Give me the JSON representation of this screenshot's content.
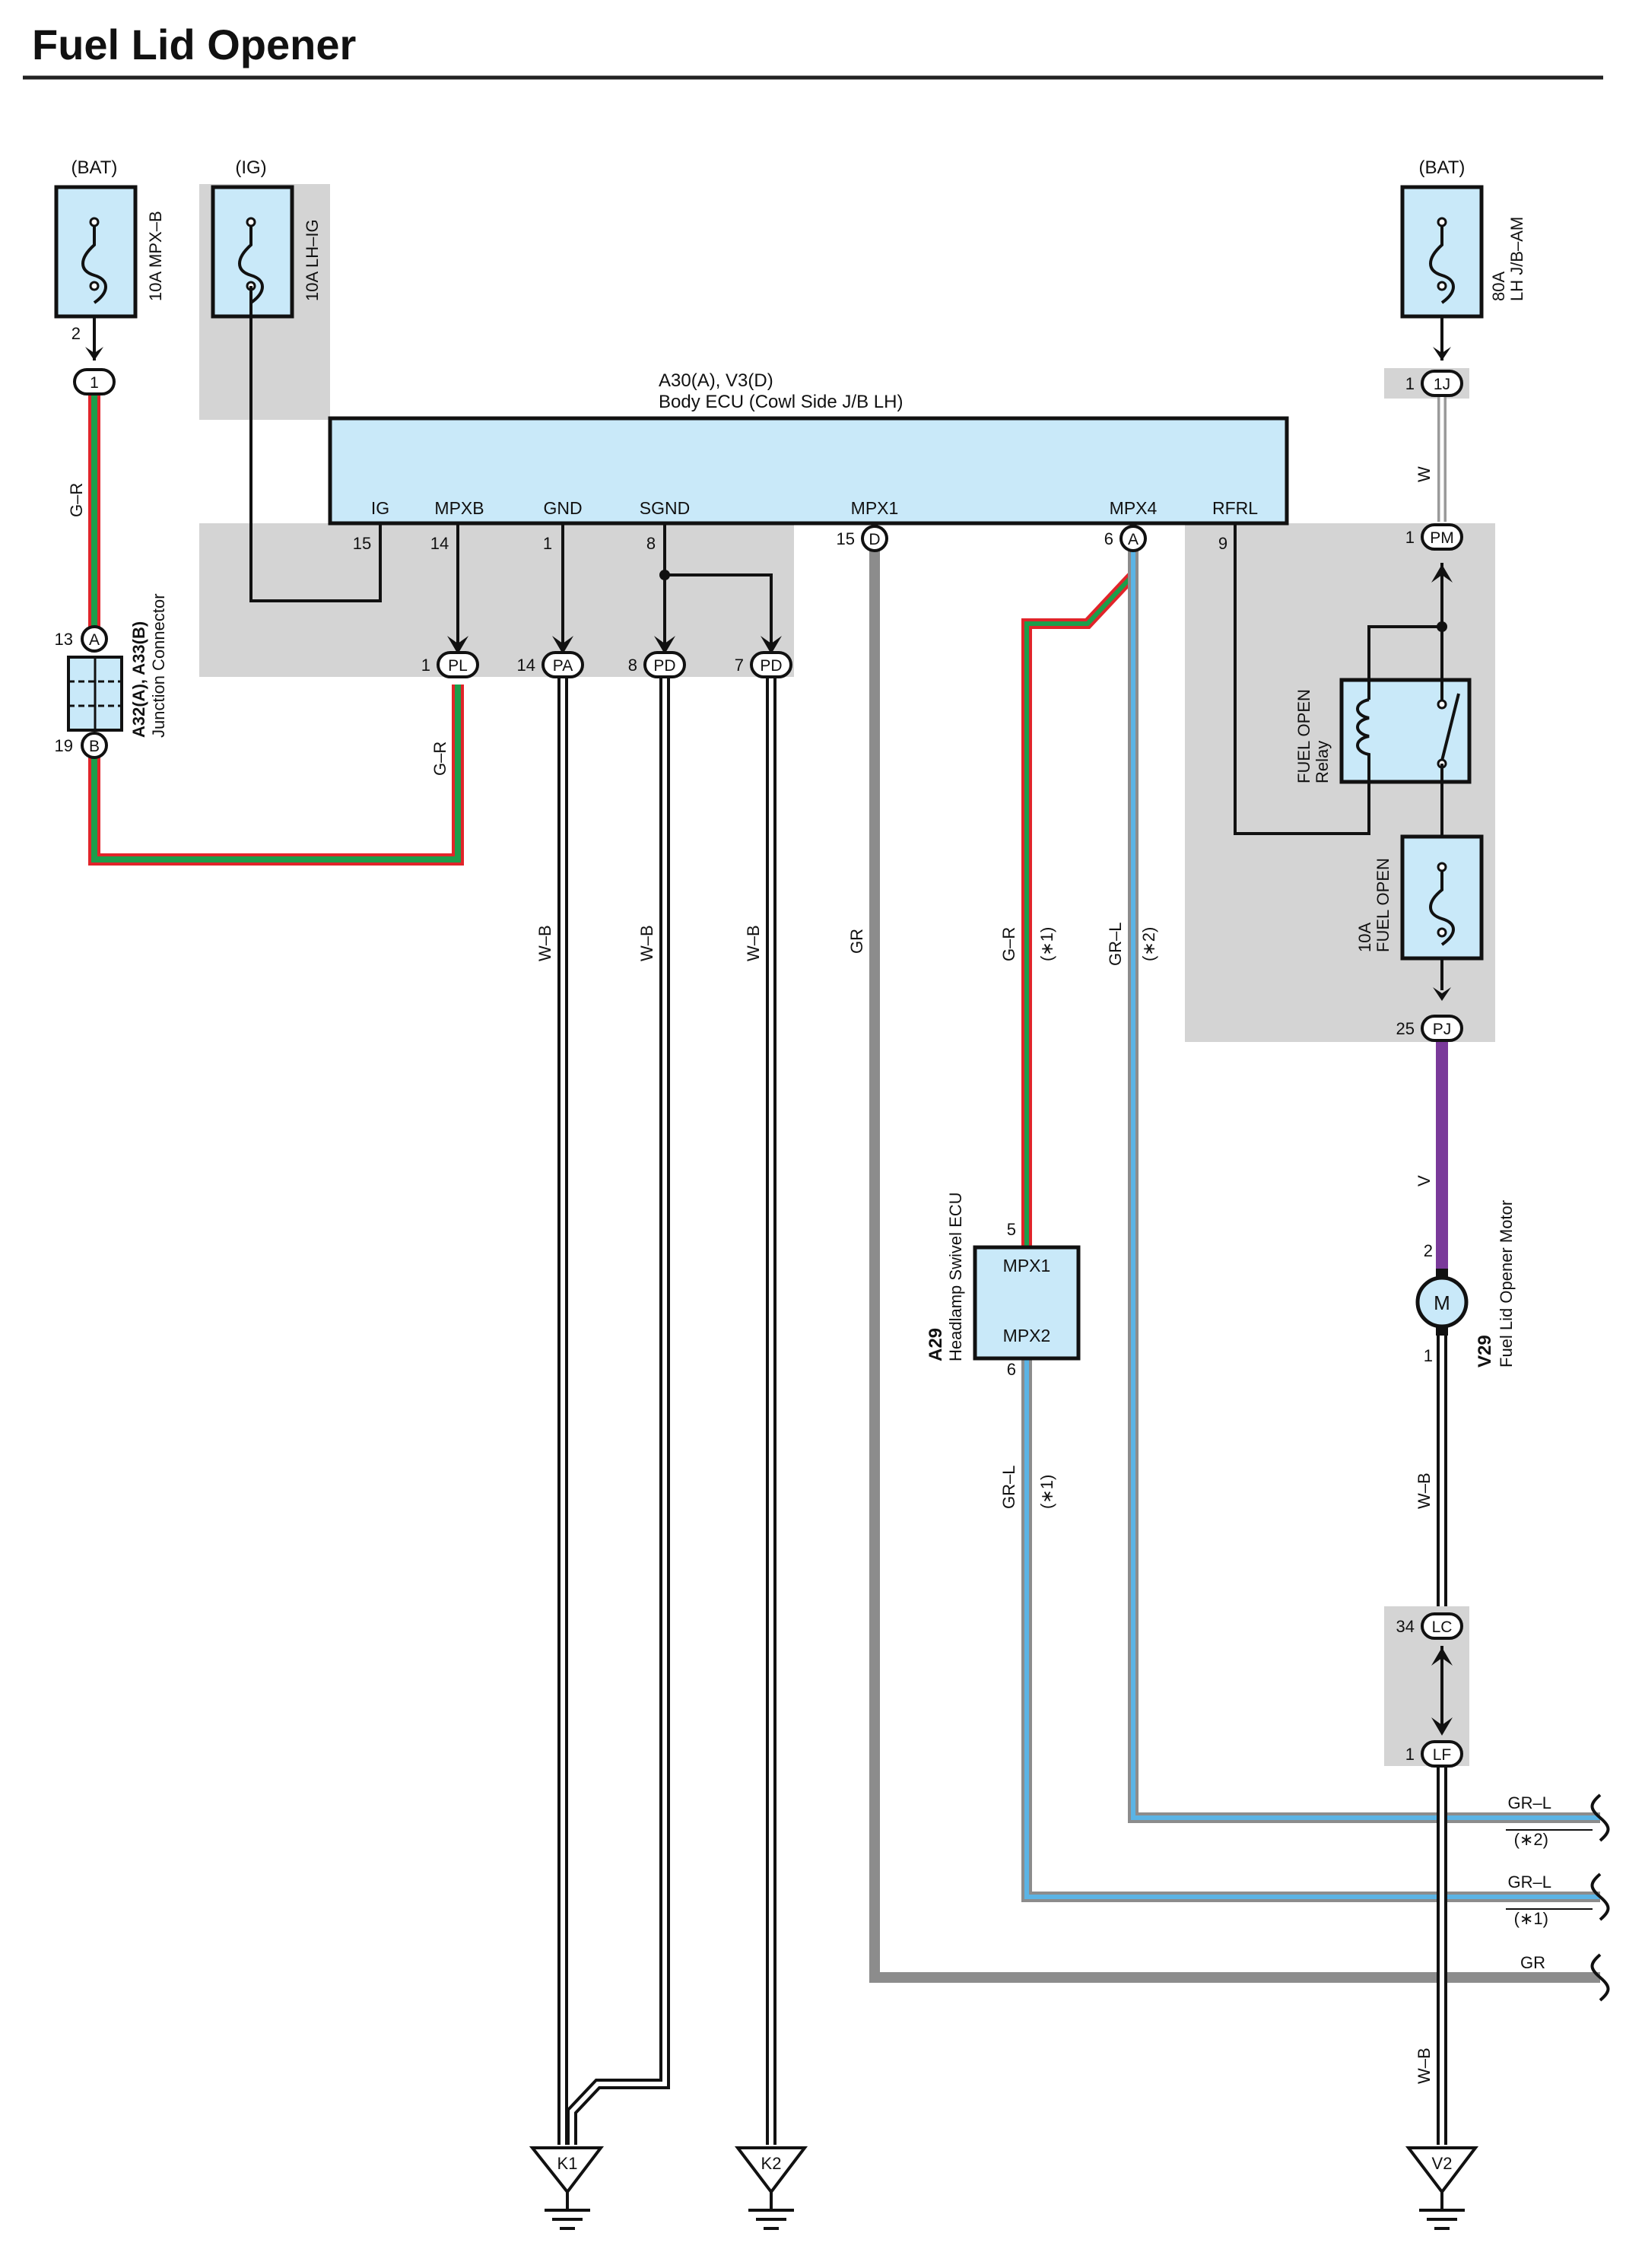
{
  "title": "Fuel Lid Opener",
  "sources": {
    "bat_left": "(BAT)",
    "ig": "(IG)",
    "bat_right": "(BAT)"
  },
  "fuses": {
    "mpxb": "10A MPX–B",
    "lhig": "10A LH–IG",
    "lhjbam_amp": "80A",
    "lhjbam_name": "LH J/B–AM",
    "fuelopen_amp": "10A",
    "fuelopen_name": "FUEL OPEN"
  },
  "body_ecu": {
    "code": "A30(A), V3(D)",
    "name": "Body ECU (Cowl Side J/B LH)",
    "pins": {
      "ig": "IG",
      "mpxb": "MPXB",
      "gnd": "GND",
      "sgnd": "SGND",
      "mpx1": "MPX1",
      "mpx4": "MPX4",
      "rfrl": "RFRL"
    },
    "pin_numbers": {
      "ig": "15",
      "mpxb": "14",
      "gnd": "1",
      "sgnd": "8",
      "mpx1": "15",
      "mpx4": "6",
      "rfrl": "9"
    }
  },
  "junction_connector": {
    "code": "A32(A), A33(B)",
    "name": "Junction Connector"
  },
  "relay": {
    "name": "FUEL OPEN",
    "type": "Relay"
  },
  "headlamp_ecu": {
    "code": "A29",
    "name": "Headlamp Swivel ECU",
    "pin1": "MPX1",
    "pin2": "MPX2",
    "pin1_no": "5",
    "pin2_no": "6"
  },
  "motor": {
    "code": "V29",
    "name": "Fuel Lid Opener Motor",
    "symbol": "M",
    "pin_top": "2",
    "pin_bottom": "1"
  },
  "connectors": {
    "mpxb_out_pin": "2",
    "c1": "1",
    "jc_a_no": "13",
    "jc_a": "A",
    "jc_b_no": "19",
    "jc_b": "B",
    "pl_no": "1",
    "pl": "PL",
    "pa_no": "14",
    "pa": "PA",
    "pd8_no": "8",
    "pd8": "PD",
    "pd7_no": "7",
    "pd7": "PD",
    "d_no": "15",
    "d": "D",
    "a_no": "6",
    "a": "A",
    "j1_no": "1",
    "j1": "1J",
    "pm_no": "1",
    "pm": "PM",
    "pj_no": "25",
    "pj": "PJ",
    "lc_no": "34",
    "lc": "LC",
    "lf_no": "1",
    "lf": "LF"
  },
  "wires": {
    "gr_left": "G–R",
    "gr_jc": "G–R",
    "wb1": "W–B",
    "wb2": "W–B",
    "wb3": "W–B",
    "gr": "GR",
    "gr_star1": "G–R",
    "star1_a": "(∗1)",
    "grl_star2": "GR–L",
    "star2_a": "(∗2)",
    "w": "W",
    "v": "V",
    "wb_motor": "W–B",
    "grl_ecu": "GR–L",
    "star1_b": "(∗1)",
    "wb_bottom": "W–B"
  },
  "right_exits": {
    "grl1": "GR–L",
    "note1": "(∗2)",
    "grl2": "GR–L",
    "note2": "(∗1)",
    "gr": "GR"
  },
  "grounds": {
    "k1": "K1",
    "k2": "K2",
    "v2": "V2"
  },
  "colors": {
    "ecu_fill": "#c9e9f9",
    "shade": "#d4d4d4",
    "wire_green": "#1b9e4b",
    "wire_red": "#e1242a",
    "wire_blue": "#5bb4e5",
    "wire_gray": "#8c8c8c",
    "wire_violet": "#7a3a9a"
  }
}
